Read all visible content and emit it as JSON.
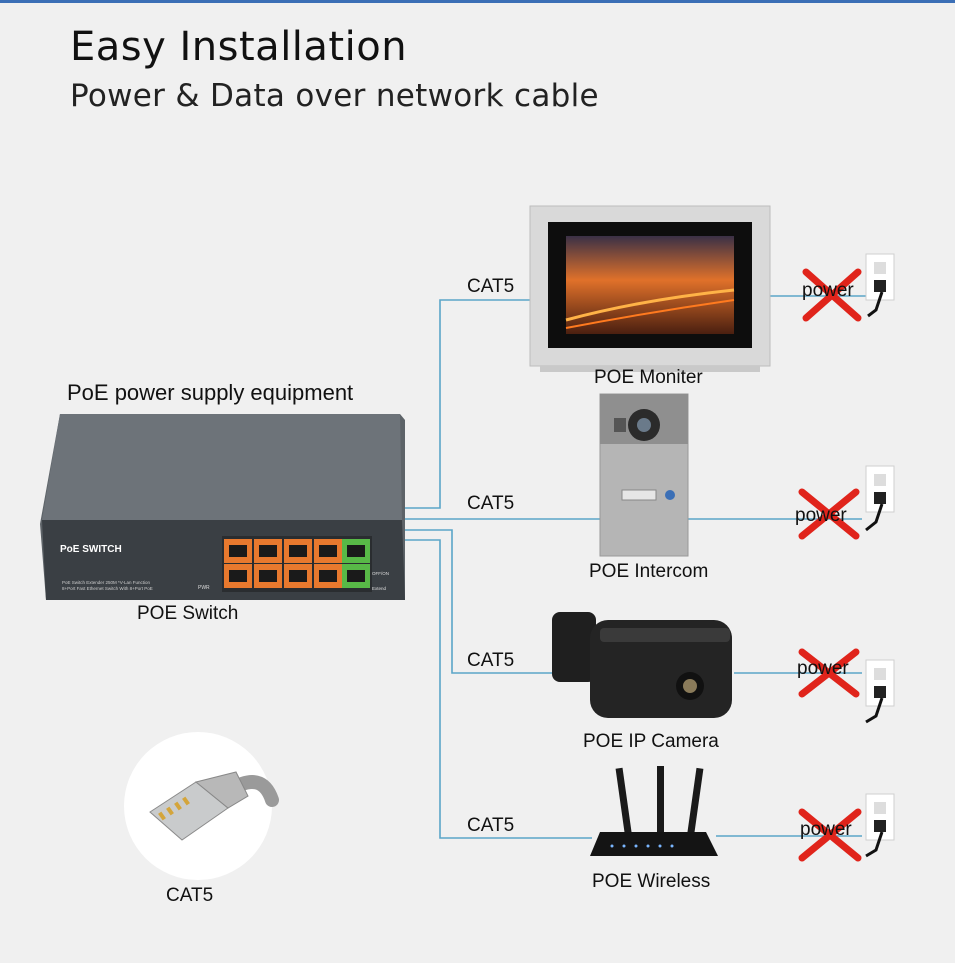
{
  "header": {
    "title": "Easy Installation",
    "subtitle": "Power & Data over network cable"
  },
  "equipment_label": "PoE power supply equipment",
  "switch": {
    "label": "POE Switch",
    "brand": "PoE SWITCH",
    "small_text_1": "PoE Switch Extender 250M *V-Lan Function",
    "small_text_2": "8+Port Fast Ethernet Switch With 8+Port PoE",
    "pwr": "PWR",
    "extend": "Extend",
    "off_on": "OFF/ON"
  },
  "devices": [
    {
      "name": "monitor",
      "label": "POE Moniter",
      "cable": "CAT5",
      "power": "power"
    },
    {
      "name": "intercom",
      "label": "POE Intercom",
      "cable": "CAT5",
      "power": "power"
    },
    {
      "name": "camera",
      "label": "POE IP Camera",
      "cable": "CAT5",
      "power": "power"
    },
    {
      "name": "wireless",
      "label": "POE Wireless",
      "cable": "CAT5",
      "power": "power"
    }
  ],
  "cable_label": "CAT5",
  "colors": {
    "line": "#5aa6c8",
    "cross": "#e0241b",
    "accent_bar": "#3b6fb6",
    "port_orange": "#e8792e",
    "port_green": "#58b947"
  }
}
